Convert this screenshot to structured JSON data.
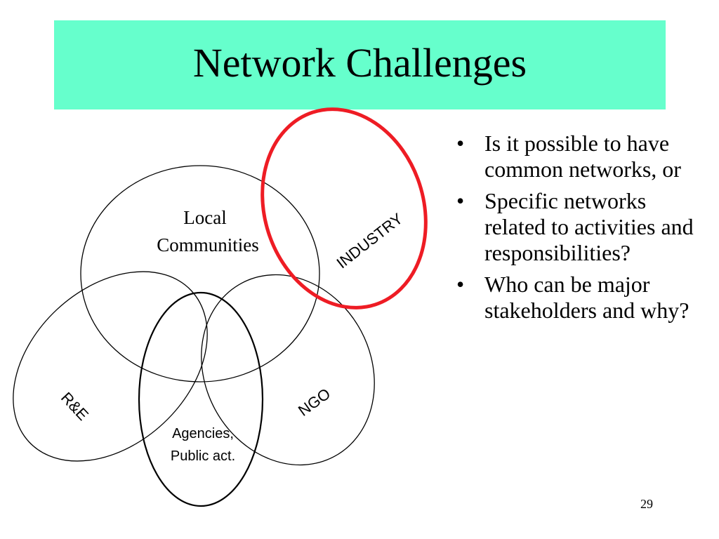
{
  "slide": {
    "title": "Network Challenges",
    "title_bar_color": "#66ffcc",
    "page_number": "29"
  },
  "diagram": {
    "outline_color": "#000000",
    "highlight_color": "#ee1c24",
    "sets": {
      "local_communities": {
        "line1": "Local",
        "line2": "Communities"
      },
      "industry": {
        "label": "INDUSTRY",
        "highlighted": true
      },
      "research_education": {
        "label": "R&E"
      },
      "ngo": {
        "label": "NGO"
      },
      "agencies": {
        "line1": "Agencies,",
        "line2": "Public act."
      }
    }
  },
  "bullets": {
    "symbol": "•",
    "items": [
      "Is it possible to have common networks, or",
      "Specific networks related to activities and responsibilities?",
      "Who can be major stakeholders and why?"
    ]
  }
}
